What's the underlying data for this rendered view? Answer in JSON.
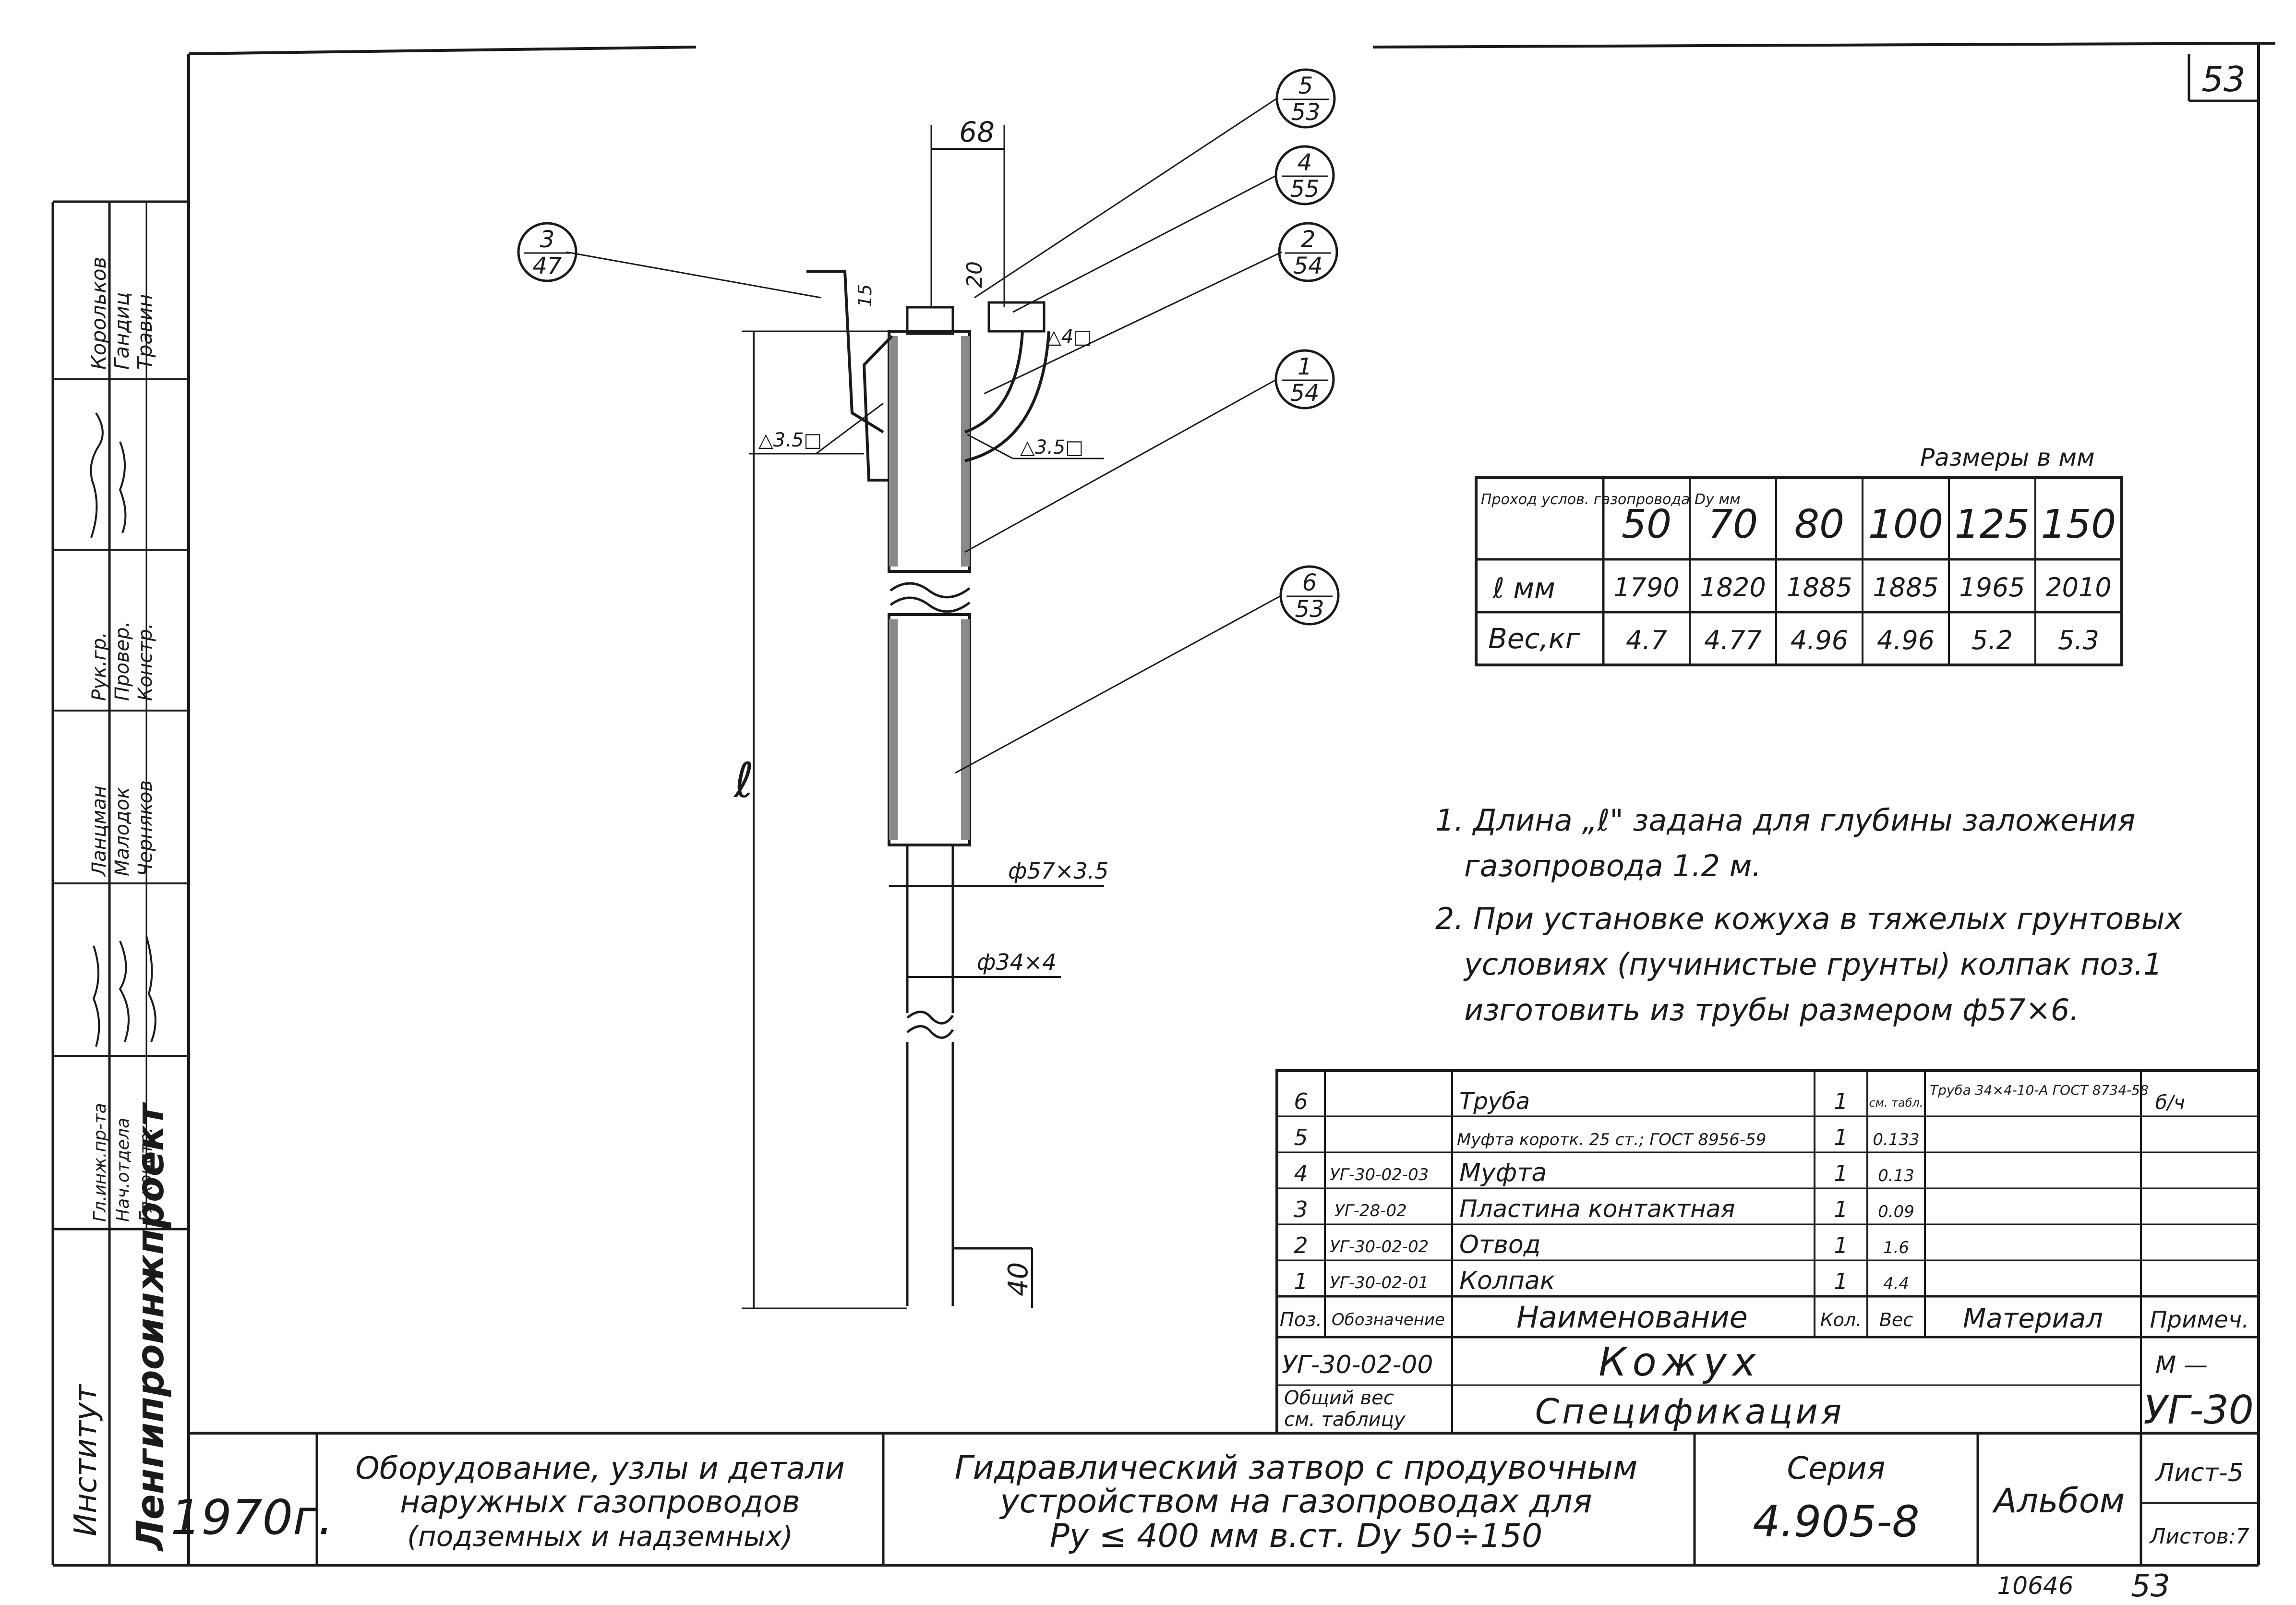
{
  "sheet_number": "53",
  "bottom_numbers": {
    "archive": "10646",
    "page": "53"
  },
  "left_stamp": {
    "institute_label": "Институт",
    "institute_name": "Ленгипроинжпроект",
    "roles": [
      "Гл.инж.пр-та",
      "Нач.отдела",
      "Гл.констр.",
      "Рук.гр.",
      "Провер.",
      "Констр."
    ],
    "names": [
      "Ланцман",
      "Малодок",
      "Черняков",
      "Корольков",
      "Гандиц",
      "Травин"
    ]
  },
  "callouts": [
    {
      "pos": "5",
      "sheet": "53"
    },
    {
      "pos": "4",
      "sheet": "55"
    },
    {
      "pos": "2",
      "sheet": "54"
    },
    {
      "pos": "1",
      "sheet": "54"
    },
    {
      "pos": "3",
      "sheet": "47"
    },
    {
      "pos": "6",
      "sheet": "53"
    }
  ],
  "dims": {
    "width_top": "68",
    "d20": "20",
    "d15": "15",
    "weld_left": "△3.5□",
    "weld_right": "△3.5□",
    "weld_top": "△4□",
    "length": "ℓ",
    "pipe_outer": "ф57×3.5",
    "pipe_inner": "ф34×4",
    "bottom": "40"
  },
  "size_table": {
    "caption": "Размеры в мм",
    "header_label": "Проход услов. газопровода Dy мм",
    "columns": [
      "50",
      "70",
      "80",
      "100",
      "125",
      "150"
    ],
    "rows": [
      {
        "label": "ℓ мм",
        "values": [
          "1790",
          "1820",
          "1885",
          "1885",
          "1965",
          "2010"
        ]
      },
      {
        "label": "Вес,кг",
        "values": [
          "4.7",
          "4.77",
          "4.96",
          "4.96",
          "5.2",
          "5.3"
        ]
      }
    ]
  },
  "notes": [
    "1. Длина „ℓ\" задана для глубины заложения",
    "газопровода 1.2 м.",
    "2. При установке кожуха в тяжелых грунтовых",
    "условиях (пучинистые грунты) колпак поз.1",
    "изготовить из трубы размером ф57×6."
  ],
  "spec": {
    "header": [
      "Поз.",
      "Обозначение",
      "Наименование",
      "Кол.",
      "Вес",
      "Материал",
      "Примеч."
    ],
    "rows": [
      {
        "pos": "6",
        "code": "",
        "name": "Труба",
        "qty": "1",
        "weight": "см. табл.",
        "material": "Труба 34×4-10-А ГОСТ 8734-58",
        "note": "б/ч"
      },
      {
        "pos": "5",
        "code": "",
        "name": "Муфта коротк. 25 ст.; ГОСТ 8956-59",
        "qty": "1",
        "weight": "0.133",
        "material": "",
        "note": ""
      },
      {
        "pos": "4",
        "code": "УГ-30-02-03",
        "name": "Муфта",
        "qty": "1",
        "weight": "0.13",
        "material": "",
        "note": ""
      },
      {
        "pos": "3",
        "code": "УГ-28-02",
        "name": "Пластина контактная",
        "qty": "1",
        "weight": "0.09",
        "material": "",
        "note": ""
      },
      {
        "pos": "2",
        "code": "УГ-30-02-02",
        "name": "Отвод",
        "qty": "1",
        "weight": "1.6",
        "material": "",
        "note": ""
      },
      {
        "pos": "1",
        "code": "УГ-30-02-01",
        "name": "Колпак",
        "qty": "1",
        "weight": "4.4",
        "material": "",
        "note": ""
      }
    ],
    "assembly_code": "УГ-30-02-00",
    "assembly_name": "Кожух",
    "assembly_note": "М —",
    "total_weight_1": "Общий вес",
    "total_weight_2": "см. таблицу",
    "doc_title": "Спецификация",
    "doc_code": "УГ-30"
  },
  "bottom_stamp": {
    "year": "1970г.",
    "desc_1": "Оборудование, узлы и детали",
    "desc_2": "наружных газопроводов",
    "desc_3": "(подземных и надземных)",
    "title_1": "Гидравлический затвор с продувочным",
    "title_2": "устройством на газопроводах для",
    "title_3": "Ру ≤ 400 мм в.ст. Dy 50÷150",
    "series_label": "Серия",
    "series_value": "4.905-8",
    "album": "Альбом",
    "sheet": "Лист-5",
    "sheets": "Листов:7"
  }
}
